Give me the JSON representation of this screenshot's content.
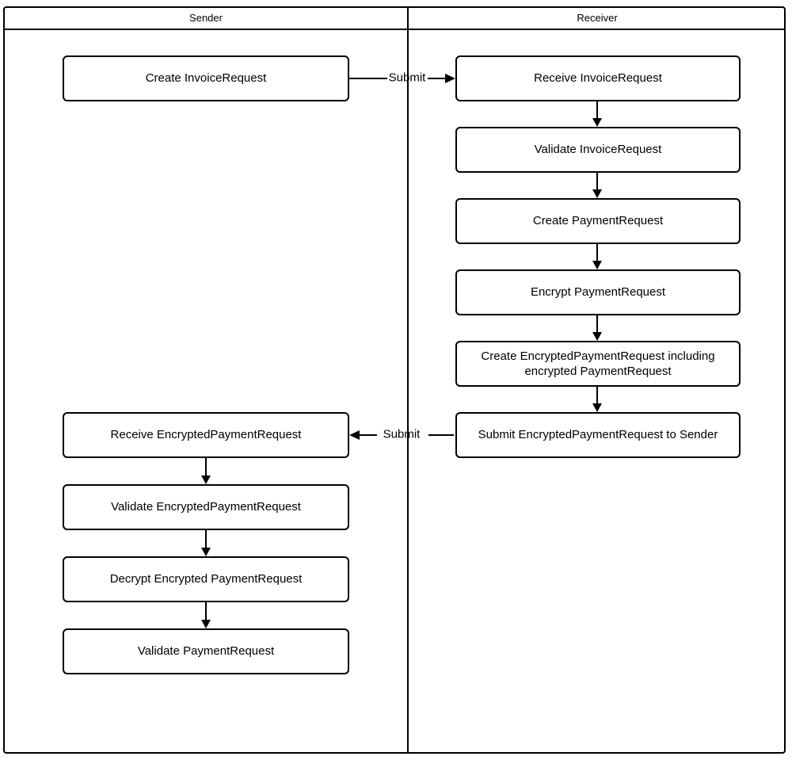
{
  "lanes": {
    "sender": {
      "title": "Sender"
    },
    "receiver": {
      "title": "Receiver"
    }
  },
  "nodes": {
    "sender": [
      "Create InvoiceRequest",
      "Receive EncryptedPaymentRequest",
      "Validate EncryptedPaymentRequest",
      "Decrypt Encrypted PaymentRequest",
      "Validate PaymentRequest"
    ],
    "receiver": [
      "Receive InvoiceRequest",
      "Validate InvoiceRequest",
      "Create PaymentRequest",
      "Encrypt PaymentRequest",
      "Create EncryptedPaymentRequest including encrypted PaymentRequest",
      "Submit EncryptedPaymentRequest to Sender"
    ]
  },
  "edges": [
    {
      "from": "Create InvoiceRequest",
      "to": "Receive InvoiceRequest",
      "label": "Submit"
    },
    {
      "from": "Receive InvoiceRequest",
      "to": "Validate InvoiceRequest",
      "label": ""
    },
    {
      "from": "Validate InvoiceRequest",
      "to": "Create PaymentRequest",
      "label": ""
    },
    {
      "from": "Create PaymentRequest",
      "to": "Encrypt PaymentRequest",
      "label": ""
    },
    {
      "from": "Encrypt PaymentRequest",
      "to": "Create EncryptedPaymentRequest including encrypted PaymentRequest",
      "label": ""
    },
    {
      "from": "Create EncryptedPaymentRequest including encrypted PaymentRequest",
      "to": "Submit EncryptedPaymentRequest to Sender",
      "label": ""
    },
    {
      "from": "Submit EncryptedPaymentRequest to Sender",
      "to": "Receive EncryptedPaymentRequest",
      "label": "Submit"
    },
    {
      "from": "Receive EncryptedPaymentRequest",
      "to": "Validate EncryptedPaymentRequest",
      "label": ""
    },
    {
      "from": "Validate EncryptedPaymentRequest",
      "to": "Decrypt Encrypted PaymentRequest",
      "label": ""
    },
    {
      "from": "Decrypt Encrypted PaymentRequest",
      "to": "Validate PaymentRequest",
      "label": ""
    }
  ],
  "colors": {
    "line": "#000000",
    "background": "#ffffff",
    "node_fill": "#ffffff",
    "text": "#000000"
  }
}
